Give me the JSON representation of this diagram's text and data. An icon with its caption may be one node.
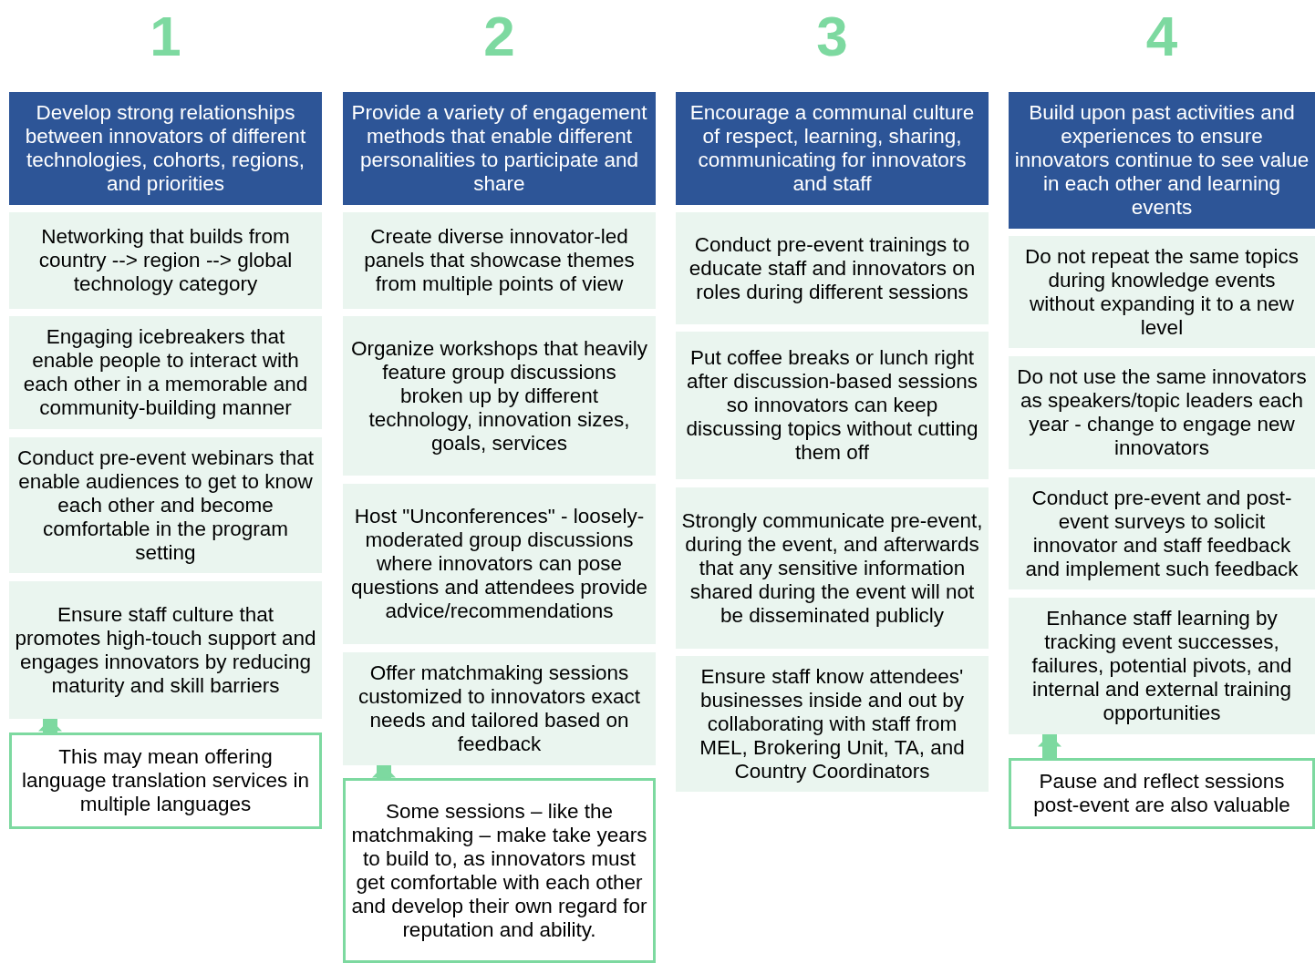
{
  "diagram": {
    "nodes": [
      {
        "text": [
          "Develop strong relationships between innovators of different technologies, cohorts, regions, and priorities"
        ]
      },
      {
        "text": [
          "Networking that builds from country --> region --> global technology category"
        ]
      },
      {
        "text": [
          "Engaging icebreakers that enable people to interact with each other in a memorable and community-building manner"
        ]
      },
      {
        "text": [
          "Conduct pre-event webinars that enable audiences to get to know each other and become comfortable in the program setting"
        ]
      },
      {
        "text": [
          "Ensure staff culture that promotes high-touch support and engages innovators by reducing maturity and skill barriers"
        ]
      },
      {
        "text": [
          "This may mean offering language translation services in multiple languages"
        ]
      },
      {
        "text": [
          "Provide a variety of engagement methods that enable different personalities to participate and share"
        ]
      },
      {
        "text": [
          "Create diverse innovator-led panels that showcase themes from multiple points of view"
        ]
      },
      {
        "text": [
          "Organize workshops that heavily feature group discussions broken up by different technology, innovation sizes, goals, services"
        ]
      },
      {
        "text": [
          "Host \"Unconferences\" - loosely-moderated group discussions where innovators can pose questions and attendees provide advice/recommendations"
        ]
      },
      {
        "text": [
          "Offer matchmaking sessions customized to innovators exact needs and tailored based on feedback"
        ]
      },
      {
        "text": [
          "Some sessions – like the matchmaking – make take years to build to, as innovators must get comfortable with each other and develop their own regard for reputation and ability."
        ]
      },
      {
        "text": [
          "Encourage a communal culture of respect, learning, sharing, communicating for innovators and staff"
        ]
      },
      {
        "text": [
          "Conduct pre-event trainings to educate staff and innovators on roles during different sessions"
        ]
      },
      {
        "text": [
          "Put coffee breaks or lunch right after discussion-based sessions so innovators can keep discussing topics without cutting them off"
        ]
      },
      {
        "text": [
          "Strongly communicate pre-event, during the event, and afterwards that any sensitive information shared during the event will not be disseminated publicly"
        ]
      },
      {
        "text": [
          "Ensure staff know attendees' businesses inside and out by collaborating with staff from MEL, Brokering Unit, TA, and Country Coordinators"
        ]
      },
      {
        "text": [
          "Build upon past activities and experiences to ensure innovators continue to see value in each other and learning events"
        ]
      },
      {
        "text": [
          "Do not repeat the same topics during knowledge events without expanding it to a new level"
        ]
      },
      {
        "text": [
          "Do not use the same innovators as speakers/topic leaders each year - change to engage new innovators"
        ]
      },
      {
        "text": [
          "Conduct pre-event and post-event surveys to solicit innovator and staff feedback and implement such feedback"
        ]
      },
      {
        "text": [
          "Enhance staff learning by tracking event successes, failures, potential pivots, and internal and external training opportunities"
        ]
      },
      {
        "text": [
          "Pause and reflect sessions post-event are also valuable"
        ]
      }
    ],
    "edges": [
      {
        "from": 5,
        "to": 4,
        "arrow": "to"
      },
      {
        "from": 11,
        "to": 10,
        "arrow": "to"
      },
      {
        "from": 22,
        "to": 21,
        "arrow": "to"
      }
    ],
    "labels": [
      "1",
      "2",
      "3",
      "4"
    ]
  }
}
